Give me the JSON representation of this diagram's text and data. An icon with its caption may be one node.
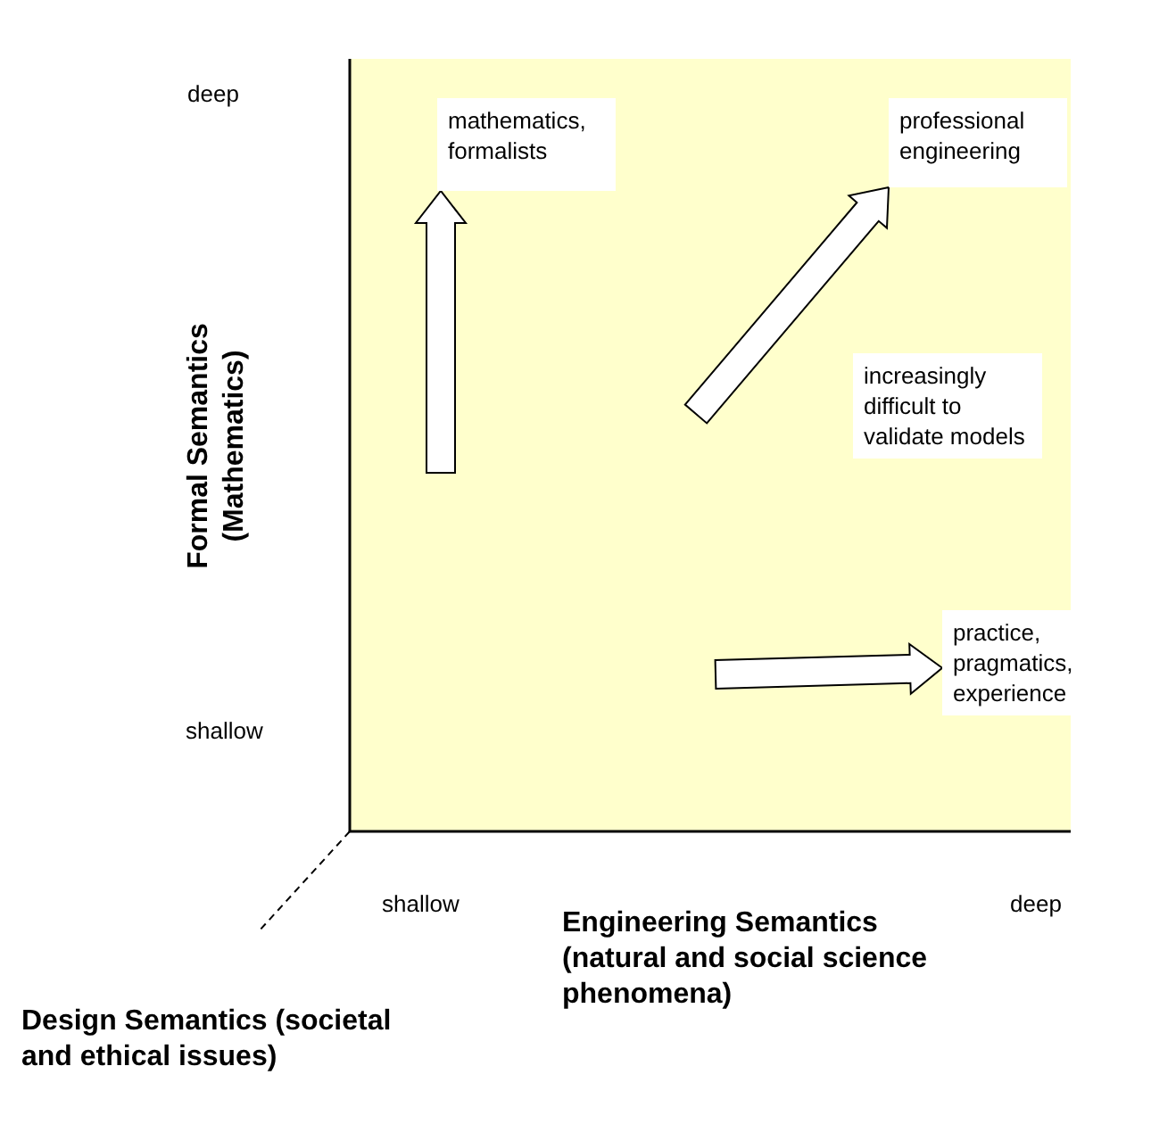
{
  "diagram": {
    "nodes": [
      {
        "text": [
          "mathematics, formalists"
        ]
      },
      {
        "text": [
          "professional engineering"
        ]
      },
      {
        "text": [
          "increasingly difficult to validate models"
        ]
      },
      {
        "text": [
          "practice, pragmatics, experience"
        ]
      }
    ],
    "edges": [
      {
        "from": null,
        "to": 0,
        "arrow": "to"
      },
      {
        "from": null,
        "to": 1,
        "arrow": "to"
      },
      {
        "from": null,
        "to": 3,
        "arrow": "to"
      }
    ],
    "labels": [
      "deep",
      "Formal Semantics (Mathematics)",
      "shallow",
      "shallow",
      "Engineering Semantics (natural and social science phenomena)",
      "deep",
      "Design Semantics (societal and ethical issues)"
    ]
  }
}
